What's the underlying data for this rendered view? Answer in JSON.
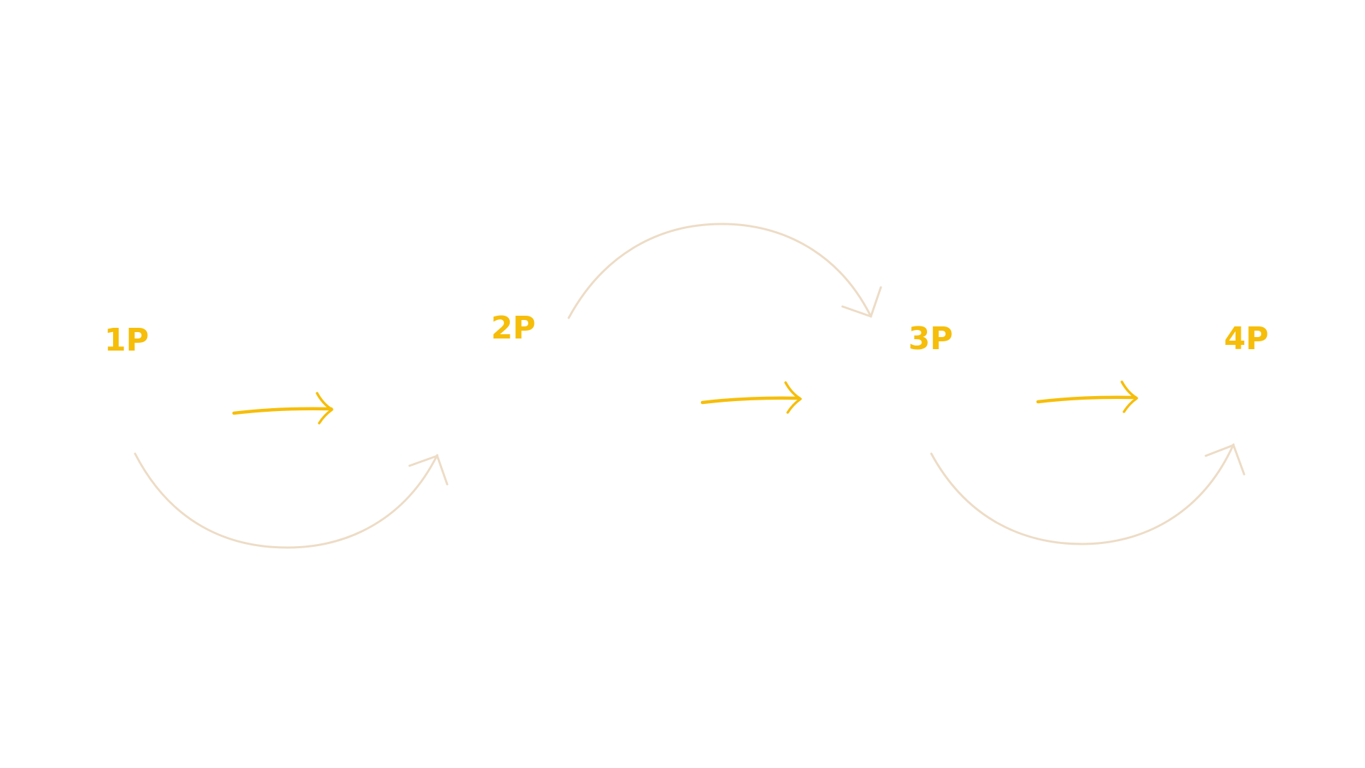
{
  "colors": {
    "background": "#ffffff",
    "label": "#F6BE0A",
    "straight_arrow": "#F6BE0A",
    "curved_arrow": "#EDDCC6"
  },
  "stages": [
    {
      "id": "1p",
      "label": "1P"
    },
    {
      "id": "2p",
      "label": "2P"
    },
    {
      "id": "3p",
      "label": "3P"
    },
    {
      "id": "4p",
      "label": "4P"
    }
  ]
}
